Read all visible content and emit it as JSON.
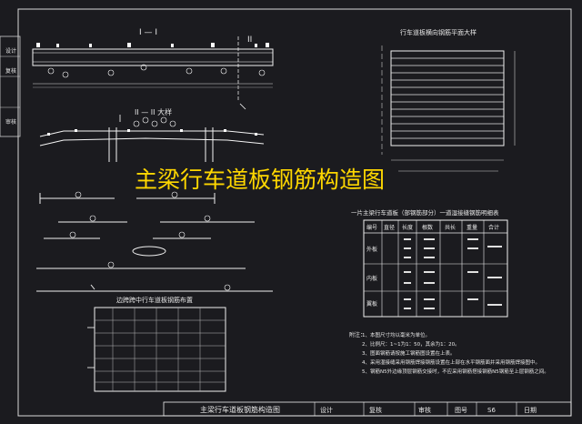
{
  "watermark": "主梁行车道板钢筋构造图",
  "views": {
    "section_1": "I — I",
    "section_2": "II — II 大样",
    "cut_mark": "II",
    "top_right_title": "行车道板横向钢筋平面大样",
    "bottom_left_title": "边跨跨中行车道板钢筋布置"
  },
  "table": {
    "title": "一片主梁行车道板（部钢筋部分）一道湿接缝钢筋明细表",
    "headers": [
      "编号",
      "直径",
      "长度",
      "根数",
      "共长",
      "重量",
      "合计"
    ],
    "groups": [
      "外板",
      "内板",
      "翼板"
    ]
  },
  "notes": {
    "lead": "附注：",
    "items": [
      "1、本图尺寸均以毫米为单位。",
      "2、比例尺：1~1为1：50，其余为1：20。",
      "3、图面钢筋请按施工钢筋图设置在上表。",
      "4、采用湿接缝采用钢筋焊接钢筋设置在上部在水平钢筋面并采用钢筋焊接图中。",
      "5、钢筋N5外边缘顶层钢筋交接时，不应采用钢筋搭接钢筋N5钢筋至上层钢筋之间。"
    ]
  },
  "title_block": {
    "drawing_title": "主梁行车道板钢筋构造图",
    "design": "设计",
    "review": "复核",
    "approve": "审核",
    "sheet_label": "图号",
    "sheet_no": "S6",
    "date_label": "日期"
  },
  "left_strip": [
    "设计",
    "复核",
    "审核"
  ]
}
